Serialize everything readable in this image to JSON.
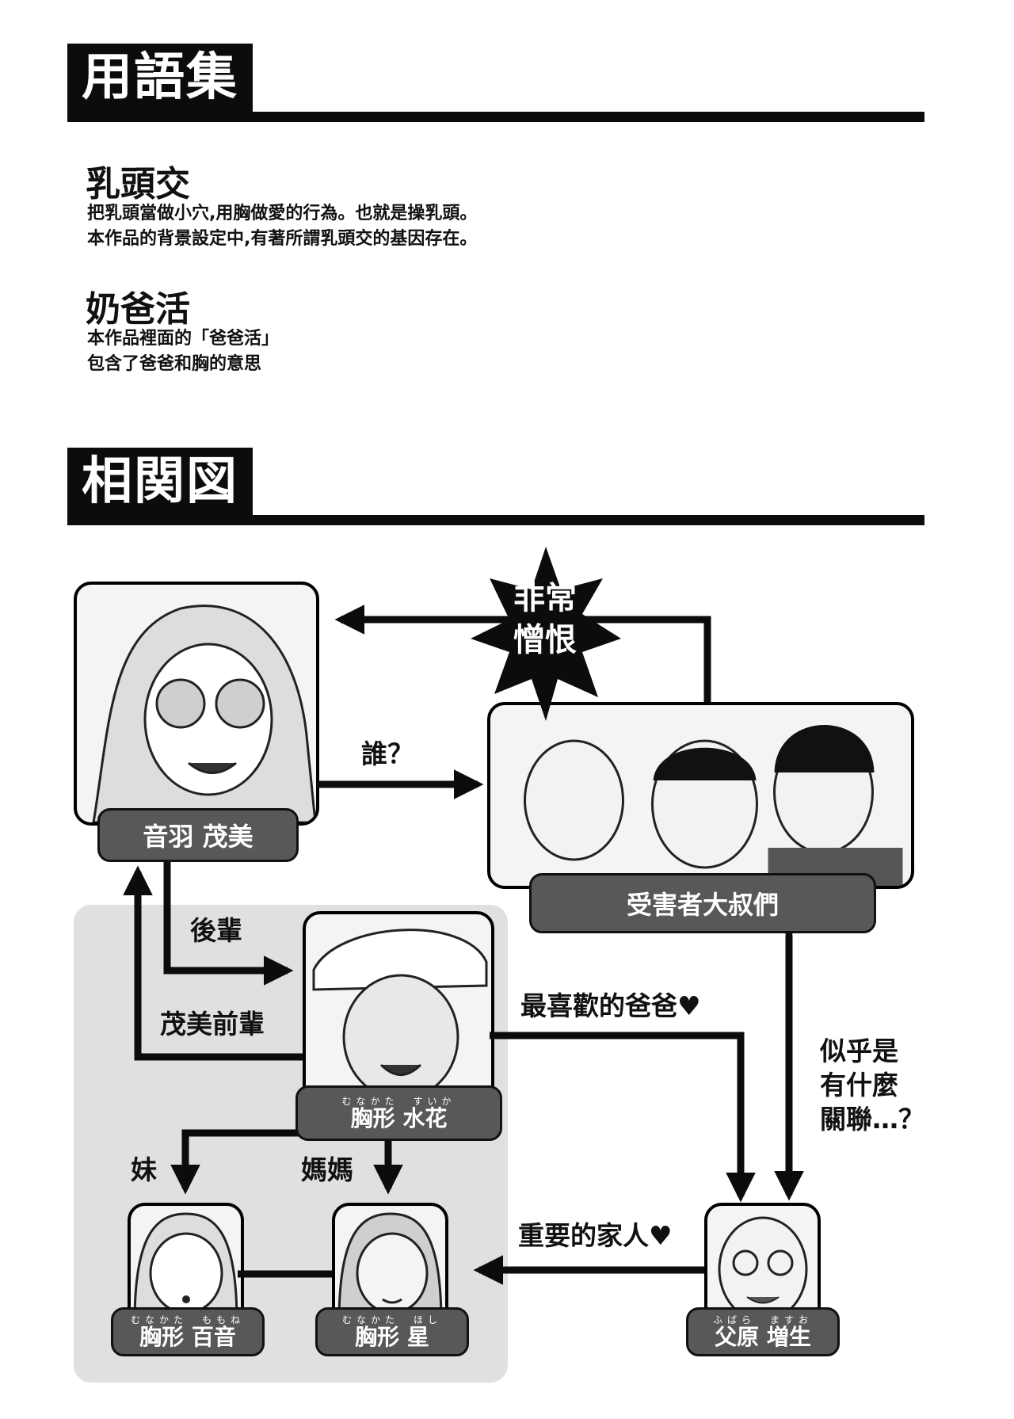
{
  "glossary": {
    "title": "用語集",
    "terms": [
      {
        "term": "乳頭交",
        "lines": [
          "把乳頭當做小穴,用胸做愛的行為。也就是操乳頭。",
          "本作品的背景設定中,有著所謂乳頭交的基因存在。"
        ]
      },
      {
        "term": "奶爸活",
        "lines": [
          "本作品裡面的「爸爸活」",
          "包含了爸爸和胸的意思"
        ]
      }
    ]
  },
  "relations": {
    "title": "相関図",
    "burst": {
      "line1": "非常",
      "line2": "憎恨"
    },
    "characters": {
      "shigemi": {
        "name": "音羽 茂美"
      },
      "victims": {
        "name": "受害者大叔們"
      },
      "suika": {
        "name": "胸形 水花",
        "ruby": "むなかた　すいか"
      },
      "momone": {
        "name": "胸形 百音",
        "ruby": "むなかた　ももね"
      },
      "hoshi": {
        "name": "胸形 星",
        "ruby": "むなかた　ほし"
      },
      "masuo": {
        "name": "父原 増生",
        "ruby": "ふばら　ますお"
      }
    },
    "labels": {
      "who": "誰？",
      "kouhai": "後輩",
      "senpai": "茂美前輩",
      "favorite": "最喜歡的爸爸♥",
      "maybe": [
        "似乎是",
        "有什麼",
        "關聯…？"
      ],
      "imouto": "妹",
      "mama": "媽媽",
      "family": "重要的家人♥"
    }
  }
}
